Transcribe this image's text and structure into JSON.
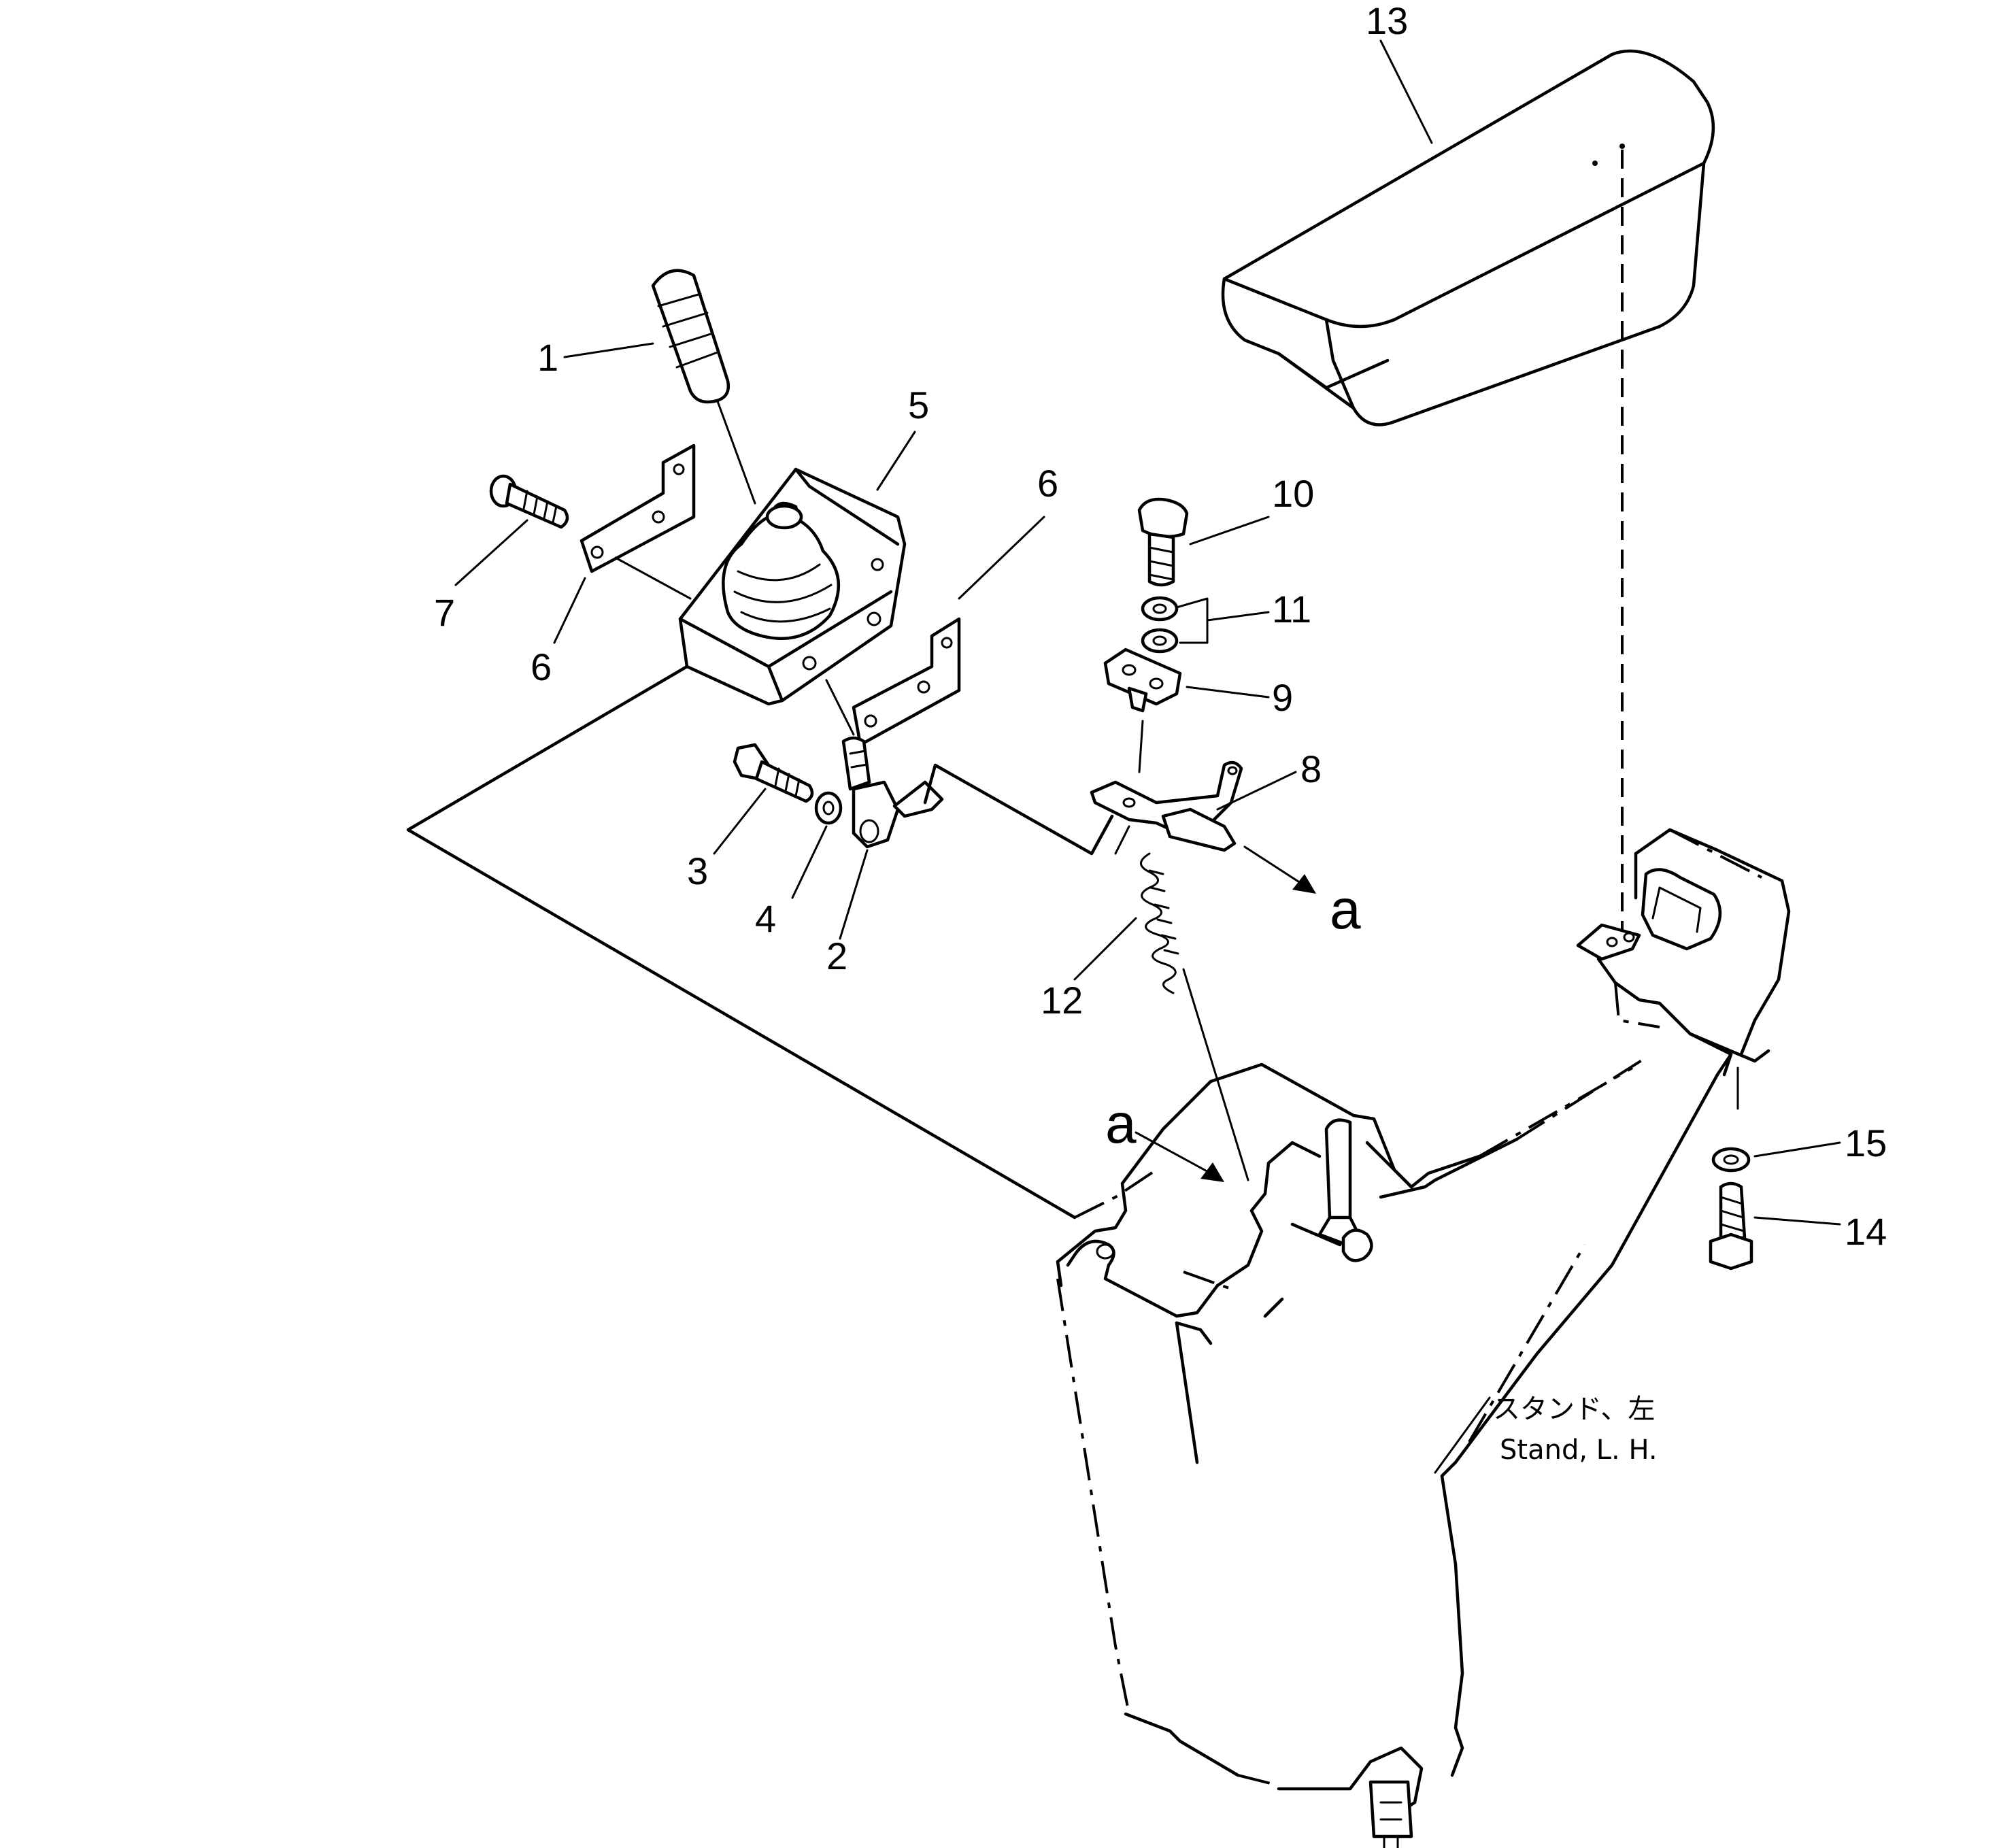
{
  "callouts": [
    {
      "id": "1",
      "label": "1"
    },
    {
      "id": "2",
      "label": "2"
    },
    {
      "id": "3",
      "label": "3"
    },
    {
      "id": "4",
      "label": "4"
    },
    {
      "id": "5",
      "label": "5"
    },
    {
      "id": "6a",
      "label": "6"
    },
    {
      "id": "6b",
      "label": "6"
    },
    {
      "id": "7",
      "label": "7"
    },
    {
      "id": "8",
      "label": "8"
    },
    {
      "id": "9",
      "label": "9"
    },
    {
      "id": "10",
      "label": "10"
    },
    {
      "id": "11",
      "label": "11"
    },
    {
      "id": "12",
      "label": "12"
    },
    {
      "id": "13",
      "label": "13"
    },
    {
      "id": "14",
      "label": "14"
    },
    {
      "id": "15",
      "label": "15"
    }
  ],
  "refs": {
    "a_upper": "a",
    "a_lower": "a"
  },
  "note": {
    "jp": "スタンド、左",
    "en": "Stand, L. H."
  }
}
